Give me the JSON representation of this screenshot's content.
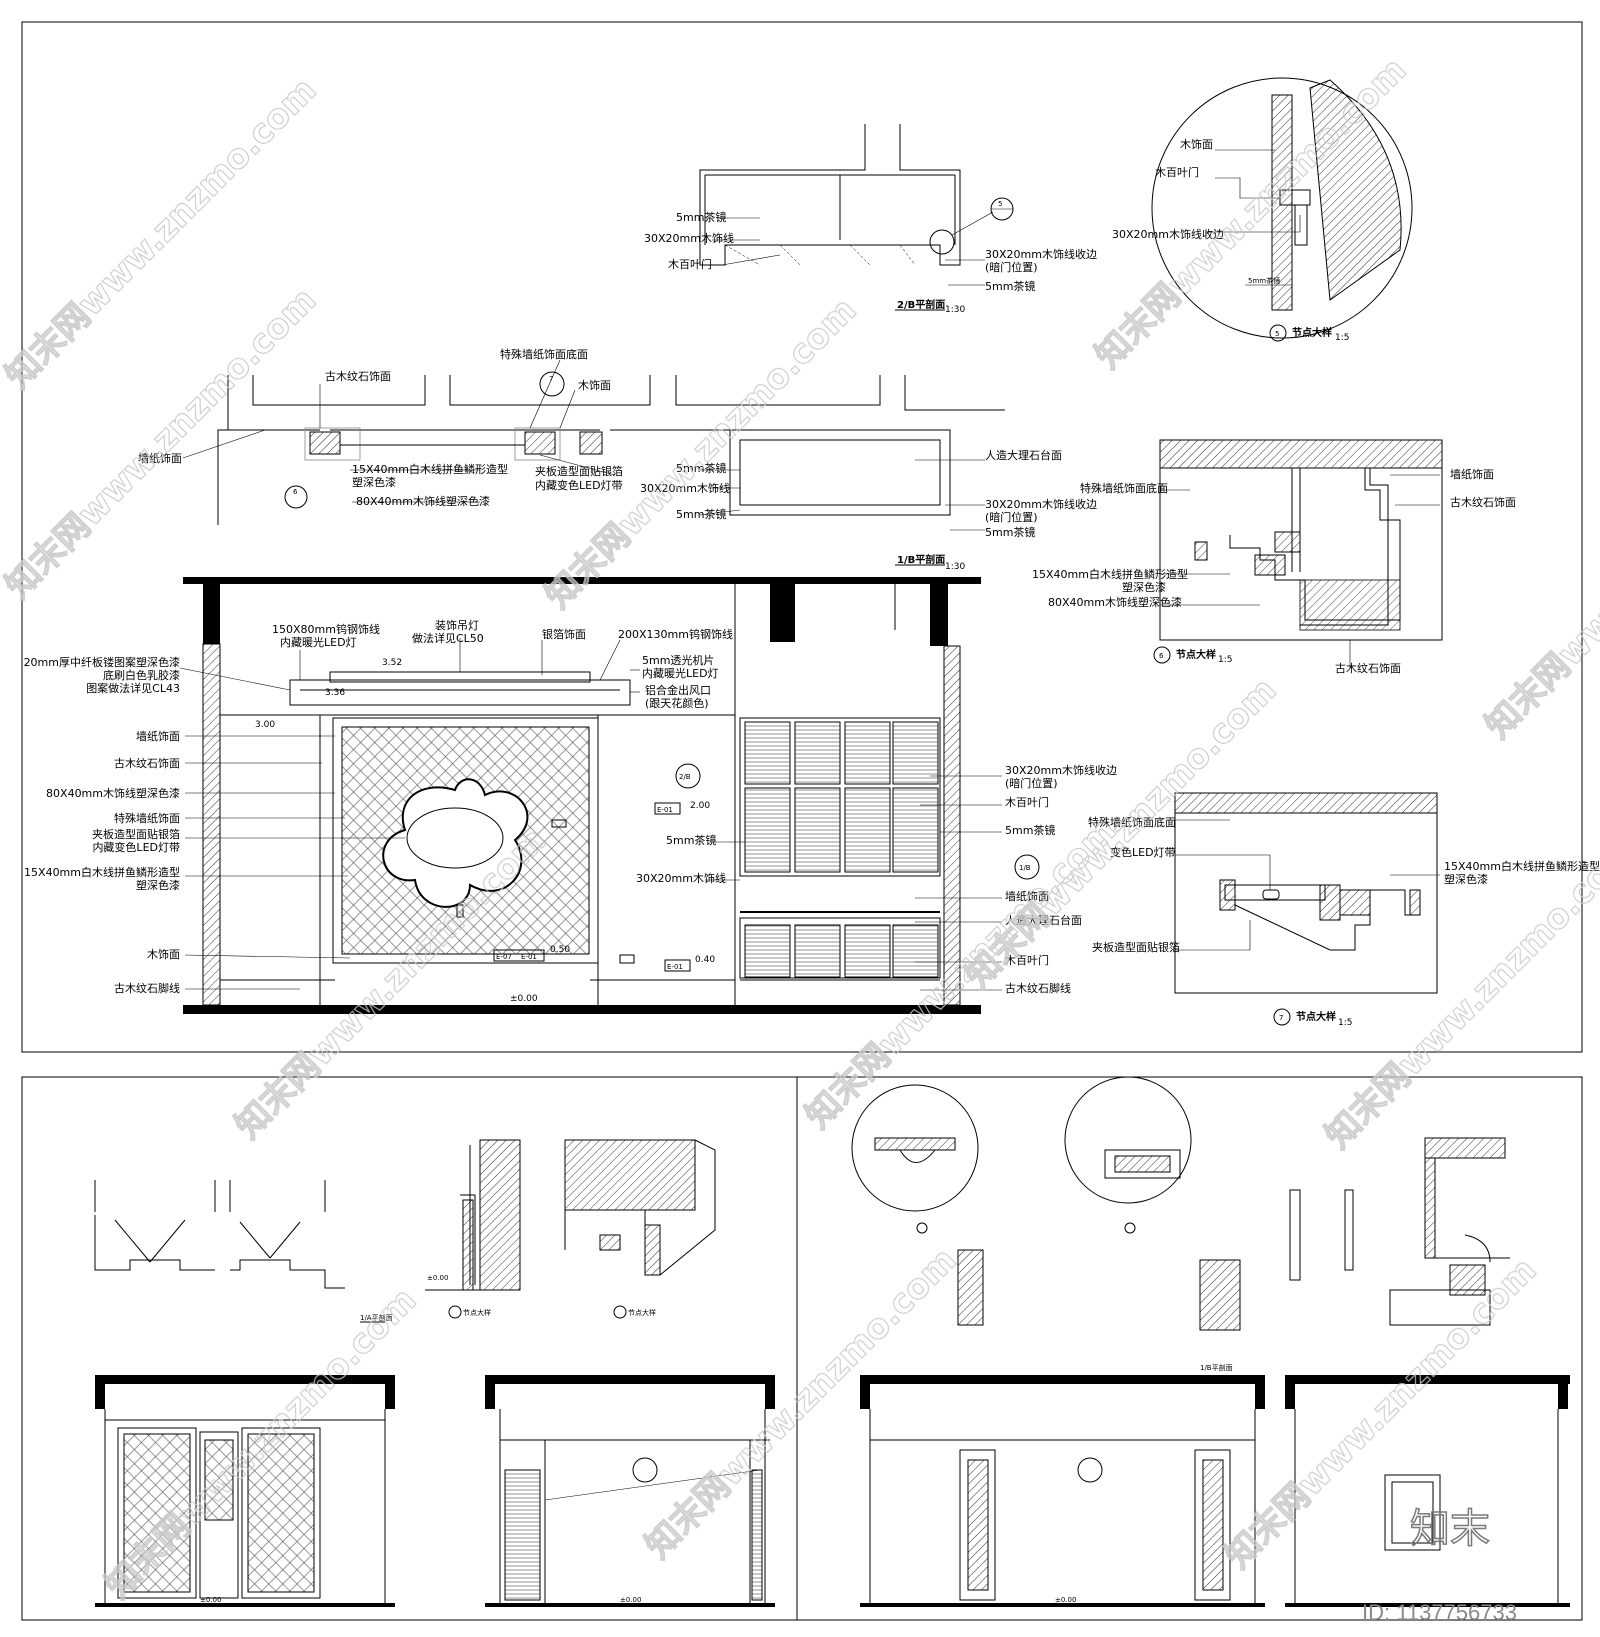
{
  "planA": {
    "labels": {
      "mirror_top": "5mm茶镜",
      "trim": "30X20mm木饰线",
      "louver": "木百叶门",
      "trim_edge": "30X20mm木饰线收边",
      "trim_edge_note": "(暗门位置)",
      "mirror_bottom": "5mm茶镜",
      "bubble": "5"
    },
    "title": "2/B平剖面",
    "scale": "1:30"
  },
  "detail5": {
    "labels": {
      "wood": "木饰面",
      "louver": "木百叶门",
      "trim_edge": "30X20mm木饰线收边",
      "mirror": "5mm茶镜"
    },
    "tag": "5",
    "title": "节点大样",
    "scale": "1:5"
  },
  "planB": {
    "labels": {
      "stone_top": "古木纹石饰面",
      "special_wall": "特殊墙纸饰面底面",
      "wood_top": "木饰面",
      "wallpaper": "墙纸饰面",
      "herring": "15X40mm白木线拼鱼鳞形造型",
      "herring_2": "塑深色漆",
      "trim80": "80X40mm木饰线塑深色漆",
      "plywood": "夹板造型面贴银箔",
      "plywood_2": "内藏变色LED灯带",
      "mirror1": "5mm茶镜",
      "trim30": "30X20mm木饰线",
      "mirror2": "5mm茶镜",
      "marble": "人造大理石台面",
      "trim_edge": "30X20mm木饰线收边",
      "trim_edge_note": "(暗门位置)",
      "mirror3": "5mm茶镜",
      "bubble6": "6",
      "bubble7": "7"
    },
    "title": "1/B平剖面",
    "scale": "1:30"
  },
  "detail6": {
    "labels": {
      "special_wall": "特殊墙纸饰面底面",
      "herring": "15X40mm白木线拼鱼鳞形造型",
      "herring_2": "塑深色漆",
      "trim80": "80X40mm木饰线塑深色漆",
      "wallpaper": "墙纸饰面",
      "stone": "古木纹石饰面",
      "stone_bottom": "古木纹石饰面"
    },
    "tag": "6",
    "title": "节点大样",
    "scale": "1:5"
  },
  "elevation": {
    "left_labels": [
      "20mm厚中纤板镂图案塑深色漆",
      "底刷白色乳胶漆",
      "图案做法详见CL43",
      "墙纸饰面",
      "古木纹石饰面",
      "80X40mm木饰线塑深色漆",
      "特殊墙纸饰面",
      "夹板造型面贴银箔",
      "内藏变色LED灯带",
      "15X40mm白木线拼鱼鳞形造型",
      "塑深色漆",
      "木饰面",
      "古木纹石脚线"
    ],
    "top_labels": [
      "150X80mm钨钢饰线",
      "内藏暖光LED灯",
      "装饰吊灯",
      "做法详见CL50",
      "银箔饰面",
      "200X130mm钨钢饰线",
      "5mm透光机片",
      "内藏暖光LED灯",
      "铝合金出风口",
      "(跟天花颜色)"
    ],
    "mid_labels": [
      "5mm茶镜",
      "30X20mm木饰线"
    ],
    "right_labels": [
      "30X20mm木饰线收边",
      "(暗门位置)",
      "木百叶门",
      "5mm茶镜",
      "墙纸饰面",
      "人造大理石台面",
      "木百叶门",
      "古木纹石脚线"
    ],
    "levels": [
      "3.52",
      "3.36",
      "3.00",
      "2.00",
      "0.50",
      "0.40",
      "±0.00"
    ],
    "tags": [
      "2/B",
      "E-01",
      "1/B",
      "E-07",
      "E-01",
      "E-01"
    ]
  },
  "detail7": {
    "labels": {
      "wallpaper": "特殊墙纸饰面底面",
      "led": "变色LED灯带",
      "plywood": "夹板造型面贴银箔",
      "herring": "15X40mm白木线拼鱼鳞形造型",
      "herring_2": "塑深色漆"
    },
    "tag": "7",
    "title": "节点大样",
    "scale": "1:5"
  },
  "watermark": {
    "text": "知末网www.znzmo.com",
    "logo": "知末",
    "id": "ID: 1137756733"
  },
  "bottom": {
    "plan_title": "1/A平剖面",
    "plan_title2": "1/B平剖面",
    "detail_title": "节点大样",
    "level0": "±0.00"
  }
}
